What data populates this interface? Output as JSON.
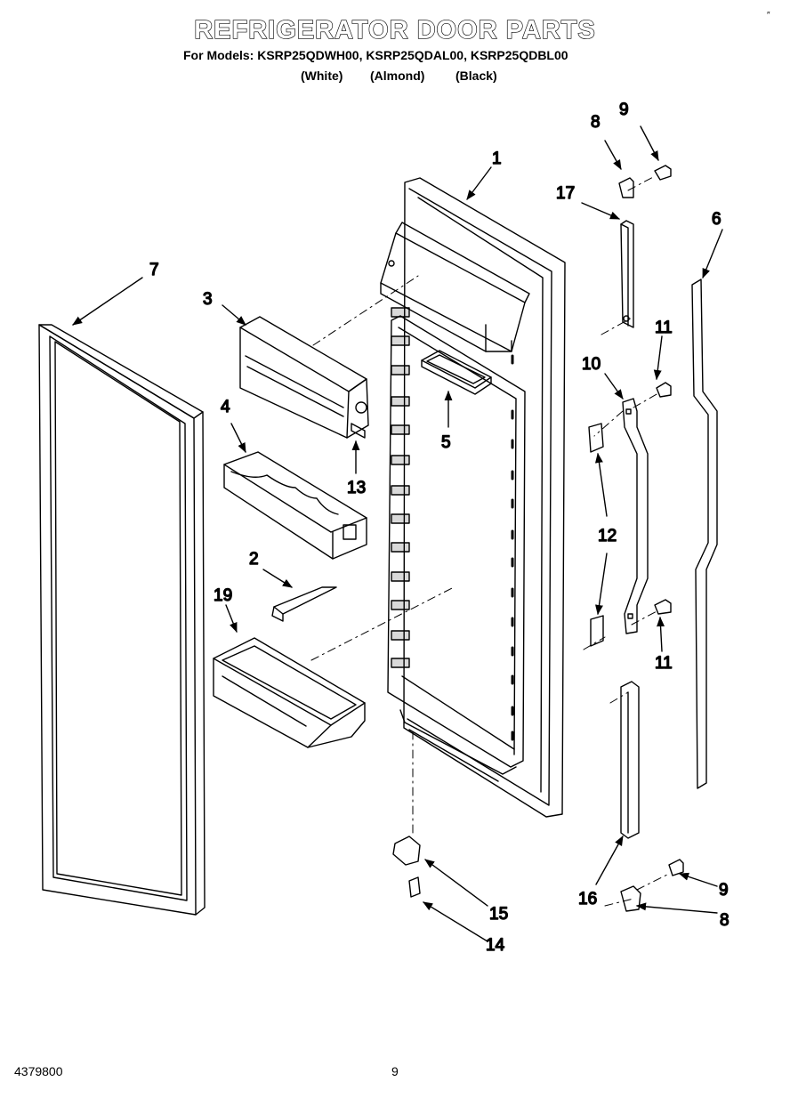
{
  "header": {
    "title": "REFRIGERATOR DOOR PARTS",
    "models": "For Models: KSRP25QDWH00, KSRP25QDAL00, KSRP25QDBL00",
    "color_white": "(White)",
    "color_almond": "(Almond)",
    "color_black": "(Black)"
  },
  "footer": {
    "doc_number": "4379800",
    "page_number": "9"
  },
  "corner_mark": "″",
  "callouts": {
    "c1": "1",
    "c2": "2",
    "c3": "3",
    "c4": "4",
    "c5": "5",
    "c6": "6",
    "c7": "7",
    "c8a": "8",
    "c8b": "8",
    "c9a": "9",
    "c9b": "9",
    "c10": "10",
    "c11a": "11",
    "c11b": "11",
    "c12": "12",
    "c13": "13",
    "c14": "14",
    "c15": "15",
    "c16": "16",
    "c17": "17",
    "c19": "19"
  },
  "colors": {
    "ink": "#000000",
    "paper": "#ffffff"
  }
}
